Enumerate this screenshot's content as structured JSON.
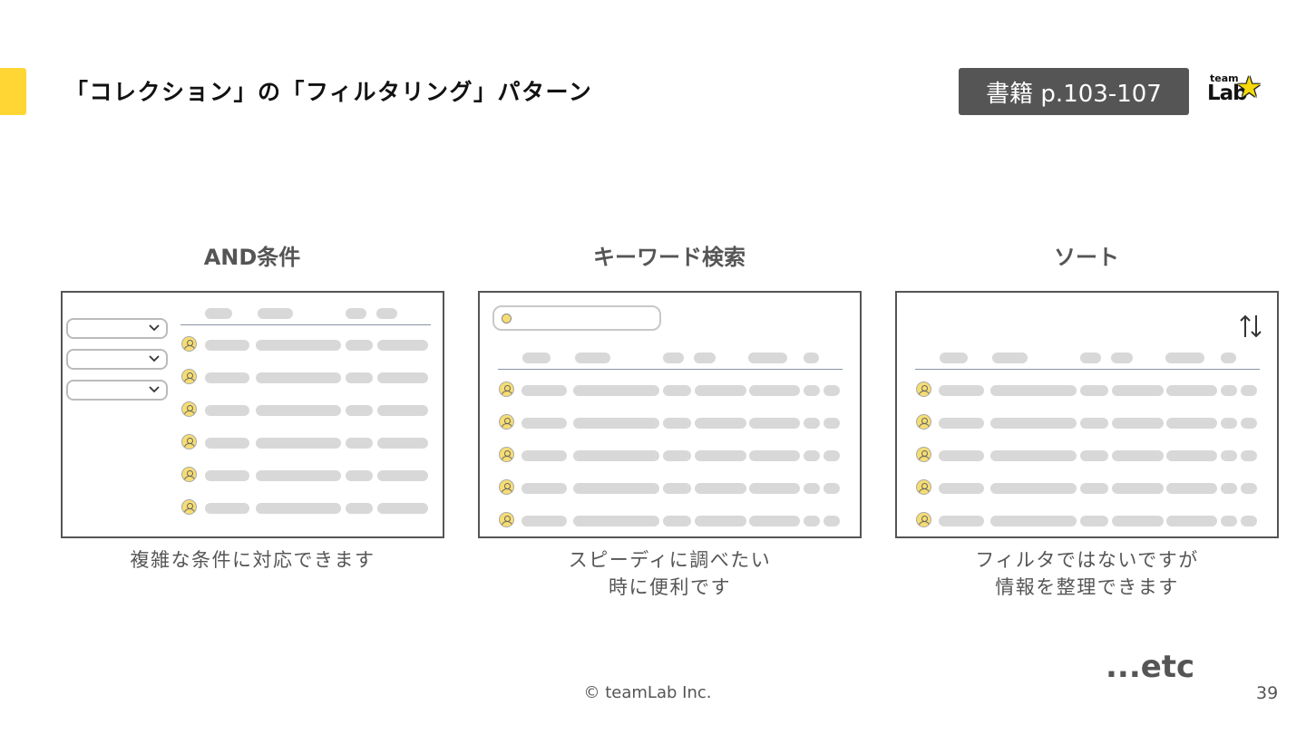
{
  "header": {
    "title": "「コレクション」の「フィルタリング」パターン",
    "book_ref": "書籍 p.103-107",
    "logo": {
      "line1": "team",
      "line2": "Lab"
    }
  },
  "patterns": [
    {
      "title": "AND条件",
      "caption_lines": [
        "複雑な条件に対応できます"
      ]
    },
    {
      "title": "キーワード検索",
      "caption_lines": [
        "スピーディに調べたい",
        "時に便利です"
      ]
    },
    {
      "title": "ソート",
      "caption_lines": [
        "フィルタではないですが",
        "情報を整理できます"
      ]
    }
  ],
  "icons": {
    "chevron": "chevron-down-icon",
    "avatar": "user-avatar-icon",
    "search": "search-icon",
    "sort": "sort-arrows-icon",
    "star": "star-icon"
  },
  "colors": {
    "accent": "#ffd633",
    "badge_bg": "#555555",
    "placeholder": "#d8d8d8",
    "avatar": "#f6dd72"
  },
  "footer": {
    "etc": "...etc",
    "copyright": "© teamLab Inc.",
    "page_number": "39"
  }
}
